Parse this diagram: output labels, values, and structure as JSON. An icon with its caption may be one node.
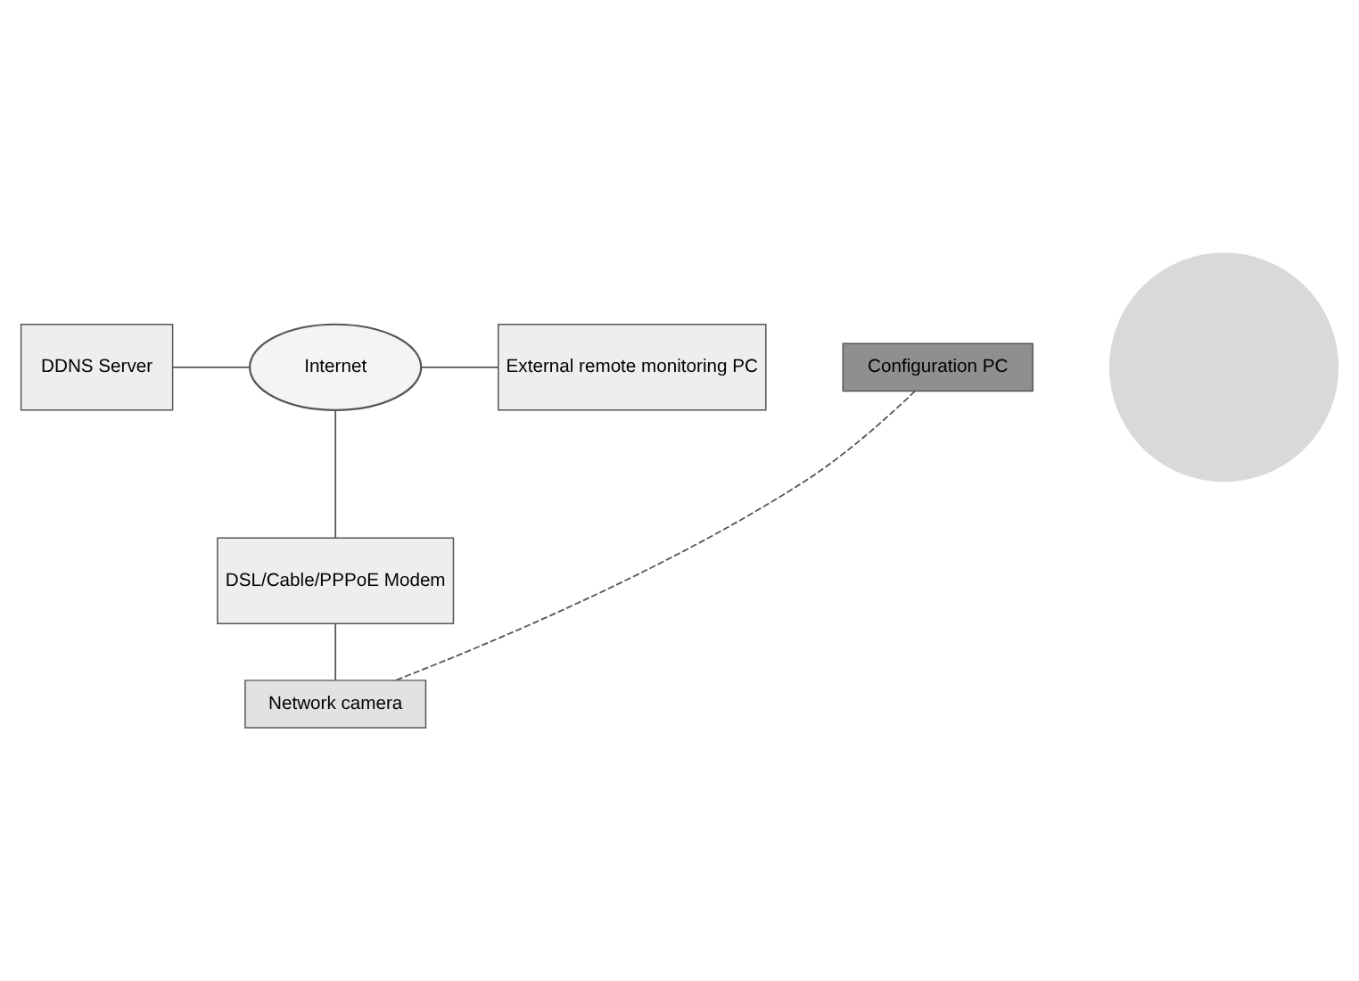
{
  "diagram": {
    "nodes": [
      {
        "text": [
          "DDNS Server"
        ]
      },
      {
        "text": [
          "Internet"
        ]
      },
      {
        "text": [
          "External remote monitoring PC"
        ]
      },
      {
        "text": [
          "DSL/Cable/PPPoE Modem"
        ]
      },
      {
        "text": [],
        "shape": "circle"
      },
      {
        "text": [
          "Network camera"
        ]
      },
      {
        "text": [
          "Configuration PC"
        ]
      }
    ],
    "edges": [
      {
        "from": 0,
        "to": 1,
        "arrow": "none"
      },
      {
        "from": 1,
        "to": 2,
        "arrow": "none"
      },
      {
        "from": 1,
        "to": 3,
        "arrow": "none"
      },
      {
        "from": 3,
        "to": 5,
        "arrow": "none"
      },
      {
        "from": 6,
        "to": 5,
        "arrow": "none",
        "style": "dashed"
      }
    ]
  }
}
